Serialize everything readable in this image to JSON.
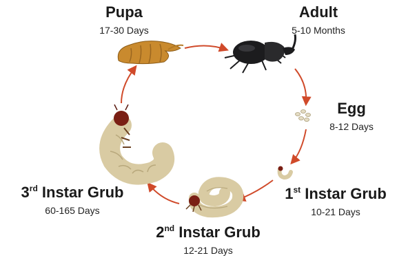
{
  "colors": {
    "arrow": "#d04a2a",
    "grub_body": "#d9cba3",
    "grub_head": "#7a1f14",
    "pupa": "#c98a2e",
    "beetle": "#1c1c1e",
    "egg": "#e4dcc4"
  },
  "stages": [
    {
      "key": "pupa",
      "prefix": "Pupa",
      "sup": "",
      "suffix": "",
      "duration": "17-30 Days",
      "icon": "pupa-icon"
    },
    {
      "key": "adult",
      "prefix": "Adult",
      "sup": "",
      "suffix": "",
      "duration": "5-10 Months",
      "icon": "beetle-icon"
    },
    {
      "key": "egg",
      "prefix": "Egg",
      "sup": "",
      "suffix": "",
      "duration": "8-12 Days",
      "icon": "eggs-icon"
    },
    {
      "key": "first",
      "prefix": "1",
      "sup": "st",
      "suffix": " Instar Grub",
      "duration": "10-21 Days",
      "icon": "small-grub-icon"
    },
    {
      "key": "second",
      "prefix": "2",
      "sup": "nd",
      "suffix": " Instar Grub",
      "duration": "12-21 Days",
      "icon": "coiled-grub-icon"
    },
    {
      "key": "third",
      "prefix": "3",
      "sup": "rd",
      "suffix": " Instar Grub",
      "duration": "60-165 Days",
      "icon": "large-grub-icon"
    }
  ]
}
